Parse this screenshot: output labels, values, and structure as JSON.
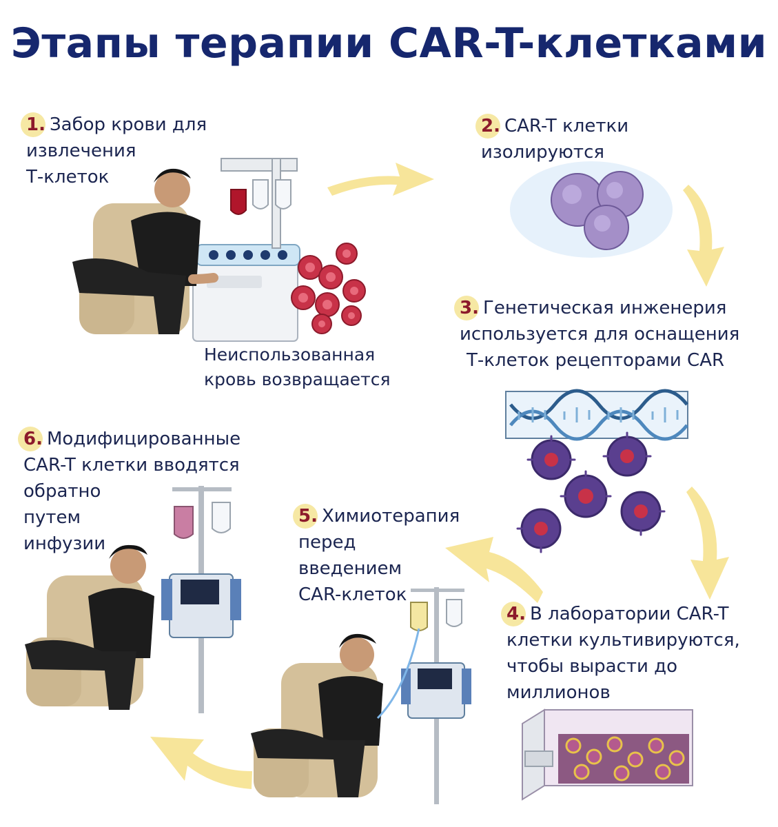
{
  "title": "Этапы терапии CAR-T-клетками",
  "steps": [
    {
      "number": "1.",
      "lines": [
        "Забор крови для",
        "извлечения",
        "Т-клеток"
      ]
    },
    {
      "number": "2.",
      "lines": [
        "CAR-T клетки",
        "изолируются"
      ]
    },
    {
      "number": "3.",
      "lines": [
        "Генетическая инженерия",
        "используется для оснащения",
        "Т-клеток рецепторами CAR"
      ]
    },
    {
      "number": "4.",
      "lines": [
        "В лаборатории CAR-T",
        "клетки культивируются,",
        "чтобы вырасти до",
        "миллионов"
      ]
    },
    {
      "number": "5.",
      "lines": [
        "Химиотерапия",
        "перед",
        "введением",
        "CAR-клеток"
      ]
    },
    {
      "number": "6.",
      "lines": [
        "Модифицированные",
        "CAR-T клетки вводятся",
        "обратно",
        "путем",
        "инфузии"
      ]
    }
  ],
  "note": {
    "lines": [
      "Неиспользованная",
      "кровь возвращается"
    ]
  },
  "colors": {
    "title": "#16276e",
    "text": "#1b2550",
    "badge_bg": "#f6e8a4",
    "badge_text": "#8c1a2b",
    "arrow": "#f7e59a",
    "blood_cell": "#c83248",
    "t_cell": "#a48fc8",
    "car_t_cell": "#5a3f8f"
  },
  "icons": [
    "curved-arrow",
    "apheresis-machine",
    "red-blood-cells",
    "t-cells",
    "dna-helix",
    "car-t-cells",
    "culture-flask",
    "infusion-pump",
    "iv-bag",
    "patient-in-chair"
  ]
}
